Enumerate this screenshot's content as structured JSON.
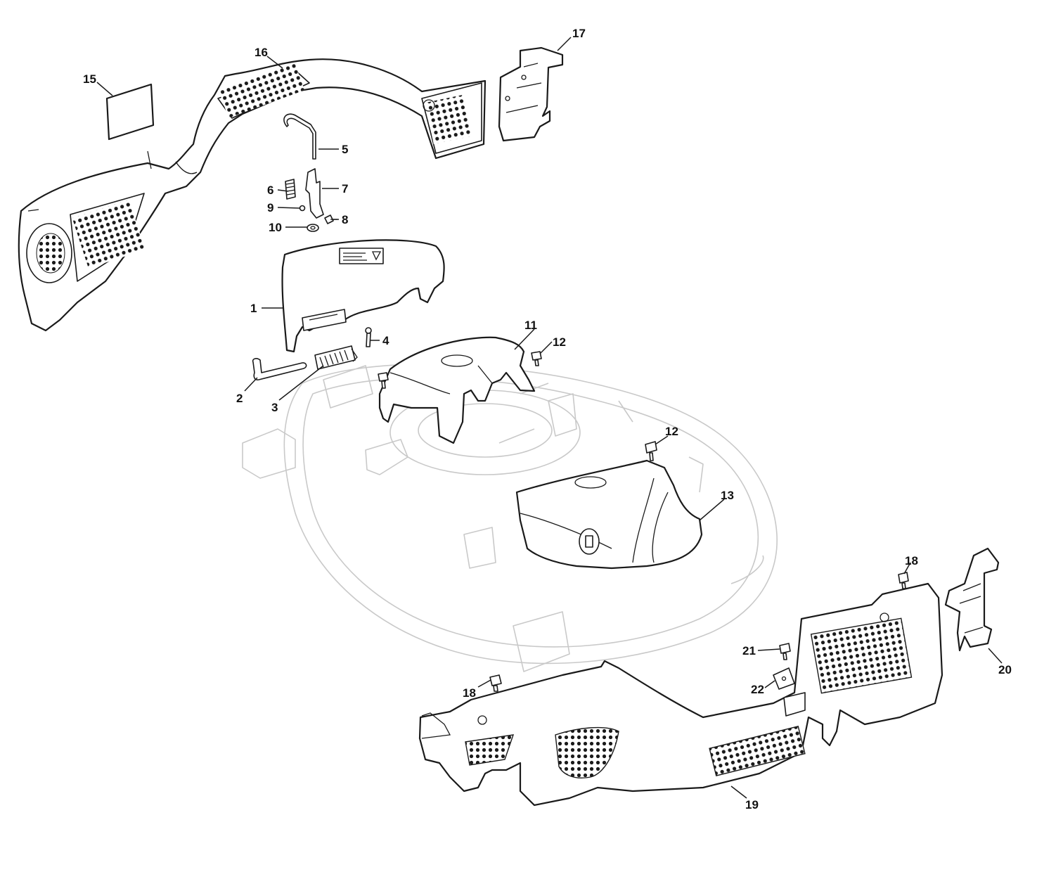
{
  "callouts": {
    "c1": "1",
    "c2": "2",
    "c3": "3",
    "c4": "4",
    "c5": "5",
    "c6": "6",
    "c7": "7",
    "c8": "8",
    "c9": "9",
    "c10": "10",
    "c11": "11",
    "c12a": "12",
    "c12b": "12",
    "c13": "13",
    "c15": "15",
    "c16": "16",
    "c17": "17",
    "c18a": "18",
    "c18b": "18",
    "c19": "19",
    "c20": "20",
    "c21": "21",
    "c22": "22"
  },
  "colors": {
    "line": "#1a1a1a",
    "ghost": "#c9c9c9",
    "background": "#ffffff"
  },
  "icons": {
    "grille": "perforated-grille",
    "label": "warning-label-triangle"
  }
}
